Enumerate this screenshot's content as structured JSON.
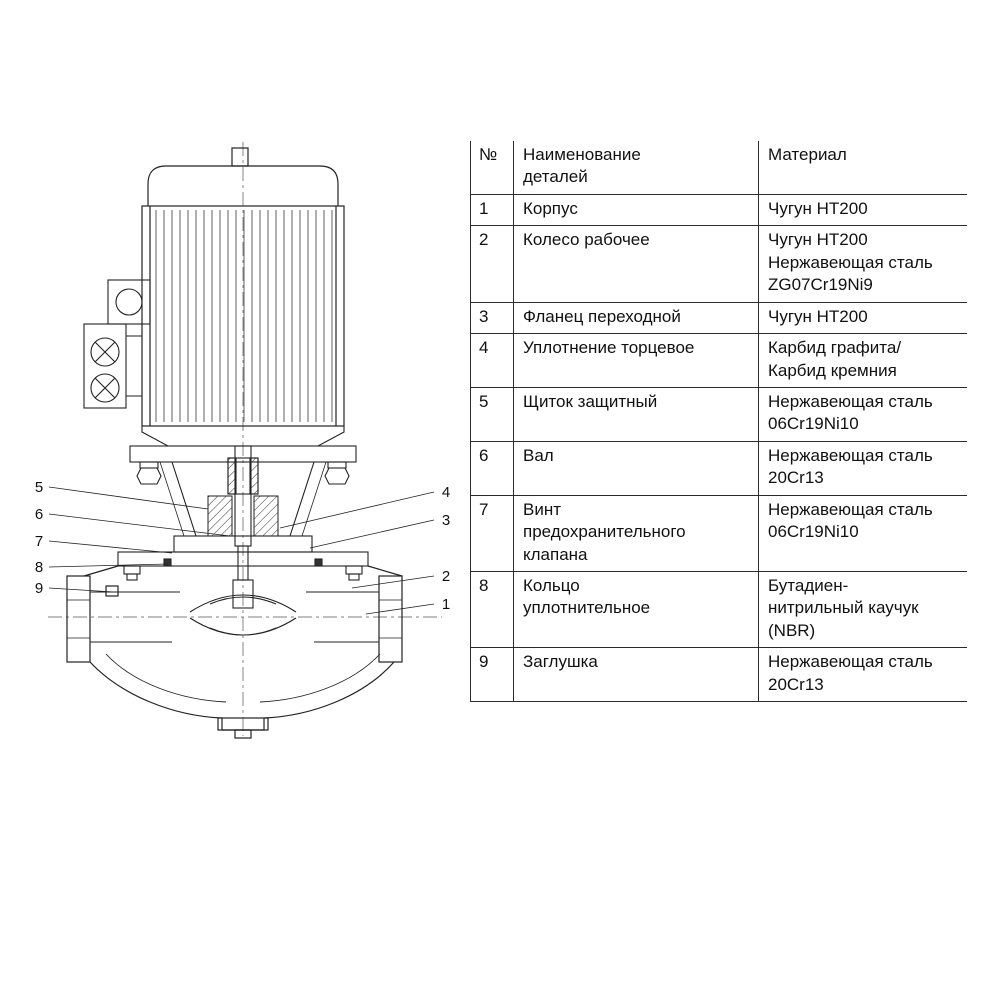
{
  "diagram": {
    "callouts_left": [
      "5",
      "6",
      "7",
      "8",
      "9"
    ],
    "callouts_right": [
      "4",
      "3",
      "2",
      "1"
    ]
  },
  "table": {
    "headers": {
      "num": "№",
      "name": "Наименование\nдеталей",
      "material": "Материал"
    },
    "rows": [
      {
        "num": "1",
        "name": "Корпус",
        "material": "Чугун HT200"
      },
      {
        "num": "2",
        "name": "Колесо рабочее",
        "material": "Чугун HT200\nНержавеющая сталь\nZG07Cr19Ni9"
      },
      {
        "num": "3",
        "name": "Фланец переходной",
        "material": "Чугун HT200"
      },
      {
        "num": "4",
        "name": "Уплотнение торцевое",
        "material": "Карбид графита/\nКарбид кремния"
      },
      {
        "num": "5",
        "name": "Щиток защитный",
        "material": "Нержавеющая сталь\n06Cr19Ni10"
      },
      {
        "num": "6",
        "name": "Вал",
        "material": "Нержавеющая сталь\n20Cr13"
      },
      {
        "num": "7",
        "name": "Винт\nпредохранительного\nклапана",
        "material": "Нержавеющая сталь\n06Cr19Ni10"
      },
      {
        "num": "8",
        "name": "Кольцо\nуплотнительное",
        "material": "Бутадиен-\nнитрильный каучук\n(NBR)"
      },
      {
        "num": "9",
        "name": "Заглушка",
        "material": "Нержавеющая сталь\n20Cr13"
      }
    ]
  }
}
